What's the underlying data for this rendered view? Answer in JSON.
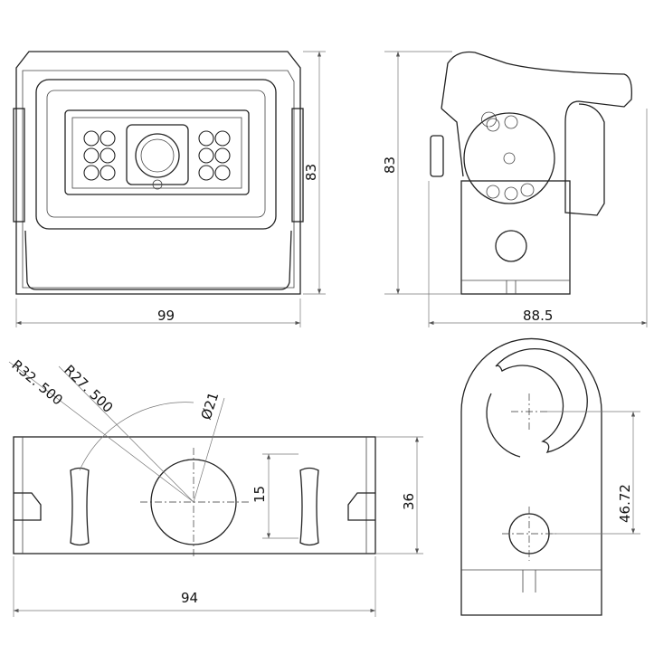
{
  "drawing": {
    "front_view": {
      "height_label": "83",
      "width_label": "99"
    },
    "side_view": {
      "height_label": "83",
      "depth_label": "88.5"
    },
    "bracket_bottom_view": {
      "radius_outer_label": "R32. 500",
      "radius_inner_label": "R27. 500",
      "hole_diameter_label": "Ø21",
      "slot_spacing_label": "15",
      "height_label": "36",
      "width_label": "94"
    },
    "bracket_side_view": {
      "hole_distance_label": "46.72"
    }
  }
}
